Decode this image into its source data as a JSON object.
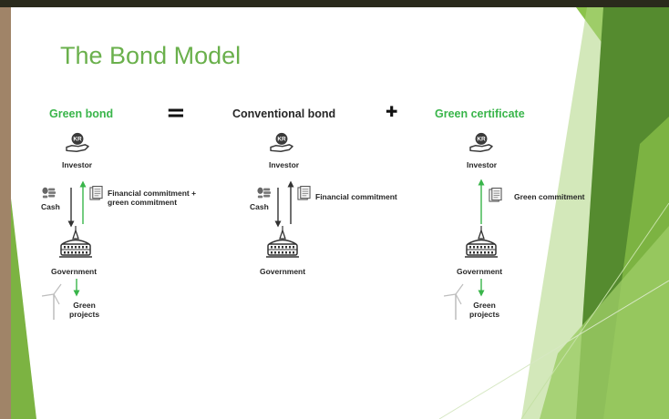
{
  "slide": {
    "title": "The Bond Model",
    "columns": [
      {
        "heading": "Green bond",
        "investor": "Investor",
        "cash": "Cash",
        "commitment_line1": "Financial commitment +",
        "commitment_line2": "green commitment",
        "government": "Government",
        "projects_line1": "Green",
        "projects_line2": "projects"
      },
      {
        "heading": "Conventional bond",
        "investor": "Investor",
        "cash": "Cash",
        "commitment": "Financial commitment",
        "government": "Government"
      },
      {
        "heading": "Green certificate",
        "investor": "Investor",
        "commitment": "Green commitment",
        "government": "Government",
        "projects_line1": "Green",
        "projects_line2": "projects"
      }
    ],
    "operators": [
      "=",
      "✚"
    ],
    "icons": [
      "investor-icon",
      "coins-icon",
      "document-icon",
      "government-building-icon",
      "wind-turbine-icon"
    ],
    "colors": {
      "title": "#6ab04c",
      "heading_green": "#39b54a",
      "arrow_green": "#39b54a",
      "accent_dark_green": "#2e7d32",
      "accent_light_green": "#8bc34a",
      "frame": "#a08468"
    }
  }
}
